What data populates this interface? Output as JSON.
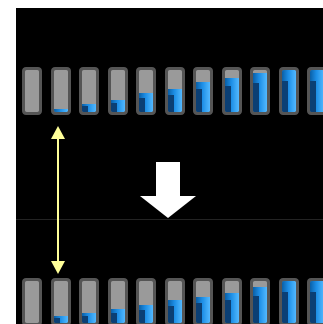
{
  "colors": {
    "page_background": "#ffffff",
    "panel_background": "#000000",
    "cell_empty": "#9a9a9a",
    "cell_frame": "#555555",
    "fill_dark": "#0a5fa6",
    "fill_light": "#53b9ff",
    "marker": "#ffff99",
    "arrow": "#ffffff"
  },
  "icons": {
    "marker": "double-headed-vertical-arrow-icon",
    "transition": "down-arrow-icon"
  },
  "rows": {
    "top": {
      "cell_count": 11,
      "fill_fractions": [
        0.0,
        0.08,
        0.2,
        0.28,
        0.45,
        0.55,
        0.72,
        0.82,
        0.92,
        1.0,
        1.0
      ]
    },
    "bottom": {
      "cell_count": 11,
      "fill_fractions": [
        0.0,
        0.16,
        0.23,
        0.33,
        0.42,
        0.55,
        0.63,
        0.72,
        0.85,
        1.0,
        1.0
      ]
    }
  }
}
